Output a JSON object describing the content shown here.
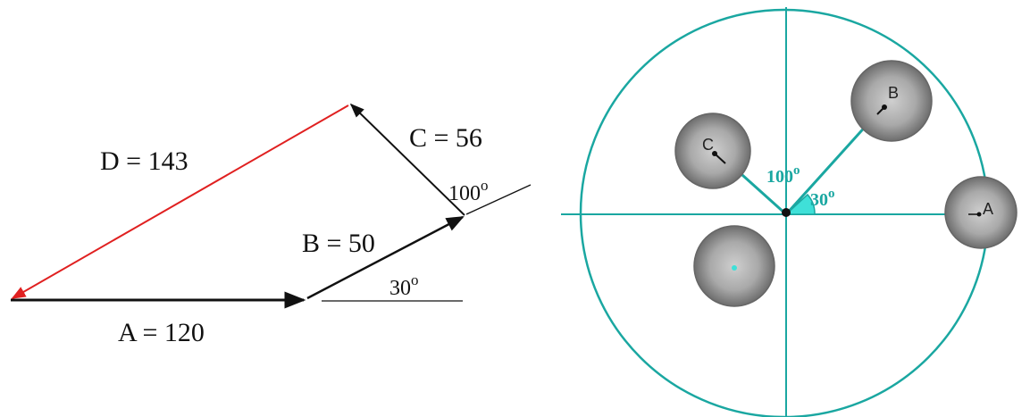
{
  "colors": {
    "vector": "#111111",
    "resultant": "#e02020",
    "teal": "#1aa7a1",
    "mass_fill": "#8a8a8a"
  },
  "polygon": {
    "A_label": "A = 120",
    "B_label": "B = 50",
    "C_label": "C = 56",
    "D_label": "D = 143",
    "angle_30": "30",
    "angle_100": "100",
    "deg_mark": "o"
  },
  "layout_diagram": {
    "mass_A": "A",
    "mass_B": "B",
    "mass_C": "C",
    "angle_100": "100",
    "angle_30": "30",
    "deg_mark": "o"
  }
}
